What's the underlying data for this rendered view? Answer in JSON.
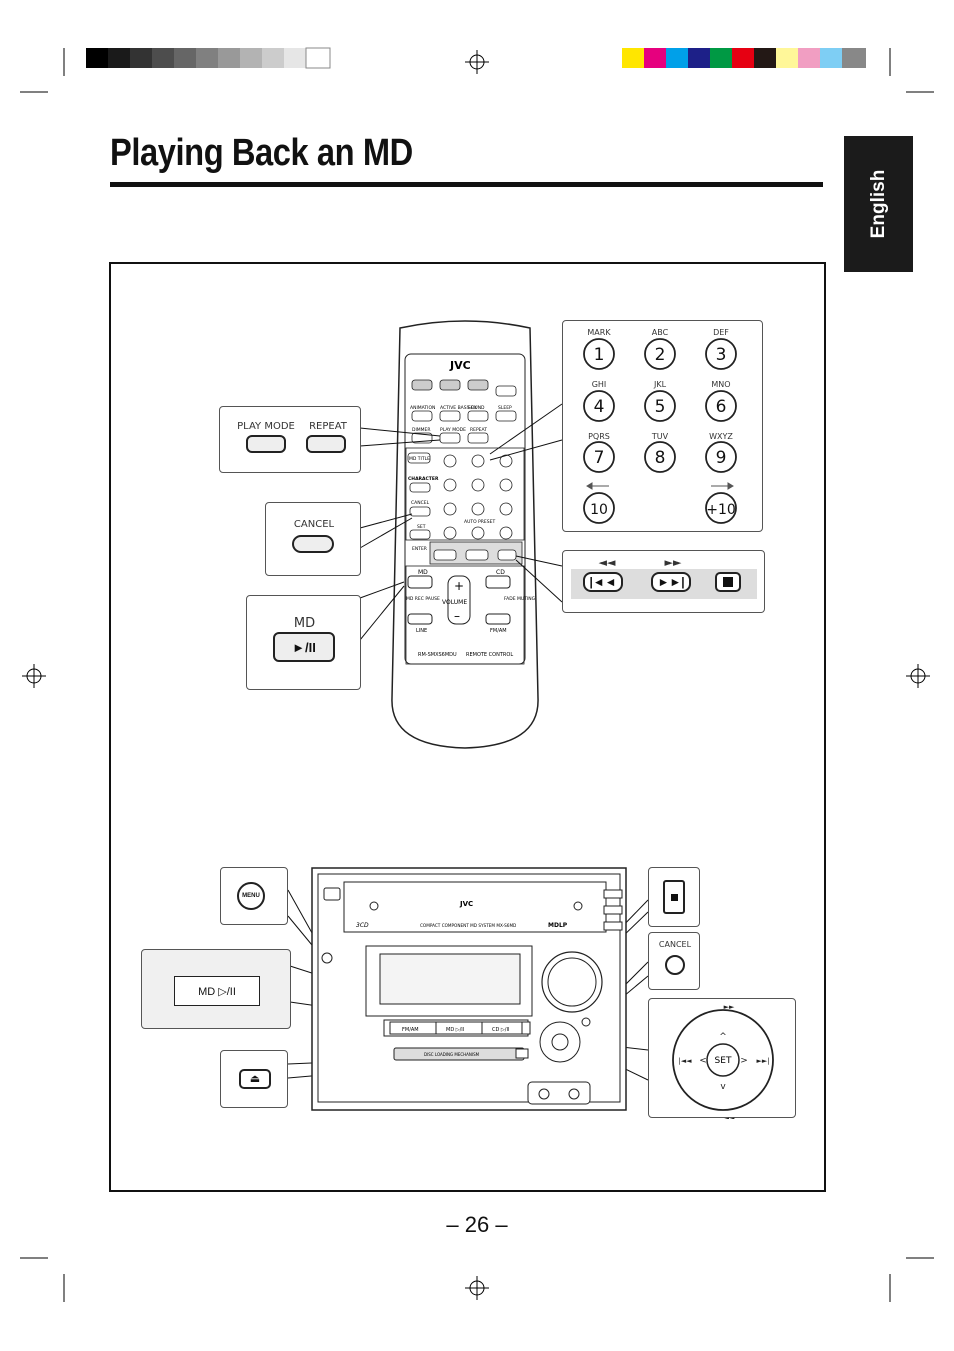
{
  "page": {
    "title": "Playing Back an MD",
    "language_tab": "English",
    "page_number": "– 26 –"
  },
  "remote": {
    "brand": "JVC",
    "model": "RM-SMXS6MDU",
    "footer": "REMOTE  CONTROL",
    "buttons": {
      "animation": "ANIMATION",
      "active_bass": "ACTIVE BASS EX",
      "sound": "SOUND",
      "sleep": "SLEEP",
      "dimmer": "DIMMER",
      "play_mode": "PLAY MODE",
      "repeat": "REPEAT",
      "md_title": "MD TITLE",
      "character": "CHARACTER",
      "cancel": "CANCEL",
      "set": "SET",
      "enter": "ENTER",
      "auto_preset": "AUTO PRESET",
      "md": "MD",
      "cd": "CD",
      "md_rec_pause": "MD REC PAUSE",
      "volume": "VOLUME",
      "fade_muting": "FADE MUTING",
      "line": "LINE",
      "fm_am": "FM/AM"
    }
  },
  "callouts": {
    "play_mode": "PLAY MODE",
    "repeat": "REPEAT",
    "cancel": "CANCEL",
    "md": "MD",
    "md_play_symbol": "►/II",
    "numpad": [
      {
        "letters": "MARK",
        "digit": "1"
      },
      {
        "letters": "ABC",
        "digit": "2"
      },
      {
        "letters": "DEF",
        "digit": "3"
      },
      {
        "letters": "GHI",
        "digit": "4"
      },
      {
        "letters": "JKL",
        "digit": "5"
      },
      {
        "letters": "MNO",
        "digit": "6"
      },
      {
        "letters": "PQRS",
        "digit": "7"
      },
      {
        "letters": "TUV",
        "digit": "8"
      },
      {
        "letters": "WXYZ",
        "digit": "9"
      },
      {
        "letters": "",
        "digit": "10"
      },
      {
        "letters": "",
        "digit": "+10"
      }
    ],
    "transport_rew": "◄◄",
    "transport_ff": "►►",
    "menu": "MENU",
    "md_panel": "MD ▷/II",
    "panel_cancel": "CANCEL",
    "set": "SET"
  },
  "unit": {
    "brand": "JVC",
    "system_name": "COMPACT COMPONENT MD SYSTEM MX-S6MD",
    "disc_loading": "DISC LOADING MECHANISM",
    "fm_am": "FM/AM",
    "md": "MD ▷/II",
    "cd": "CD ▷/II",
    "mdlp": "MDLP",
    "three_cd": "3CD"
  }
}
